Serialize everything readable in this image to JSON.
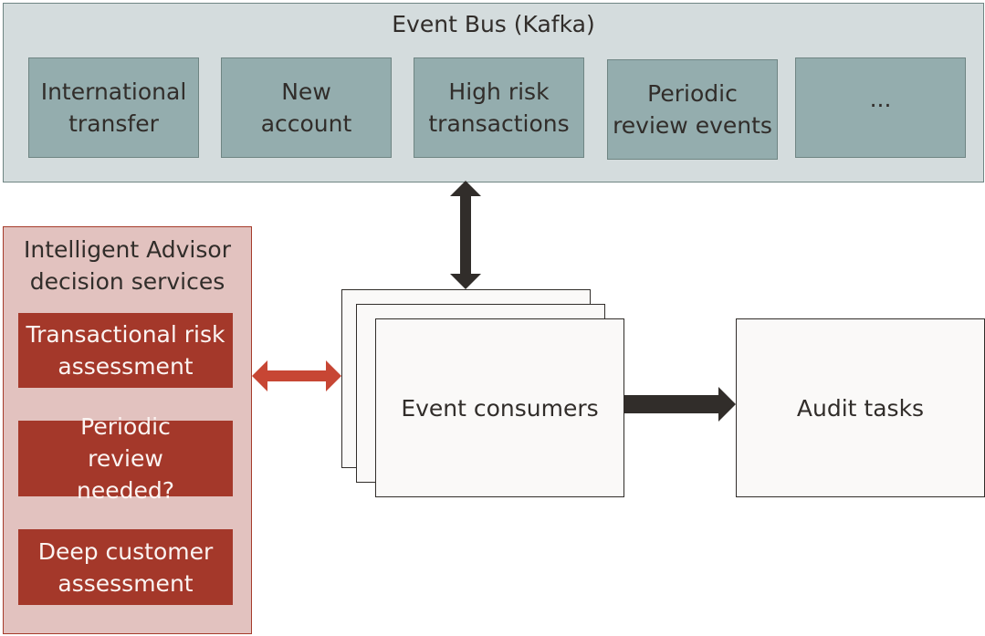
{
  "event_bus": {
    "title": "Event Bus (Kafka)",
    "events": [
      {
        "label": "International transfer"
      },
      {
        "label": "New account"
      },
      {
        "label": "High risk transactions"
      },
      {
        "label": "Periodic review events"
      },
      {
        "label": "..."
      }
    ]
  },
  "decision_services": {
    "title": "Intelligent Advisor decision services",
    "services": [
      {
        "label": "Transactional risk assessment"
      },
      {
        "label": "Periodic review needed?"
      },
      {
        "label": "Deep customer assessment"
      }
    ]
  },
  "event_consumers": {
    "label": "Event consumers"
  },
  "audit_tasks": {
    "label": "Audit tasks"
  },
  "colors": {
    "bus_bg": "#d4dcdd",
    "event_box": "#94adae",
    "advisor_bg": "#e2c2bf",
    "service_box": "#a4382a",
    "red_arrow": "#c74634",
    "dark_arrow": "#312d2a"
  }
}
